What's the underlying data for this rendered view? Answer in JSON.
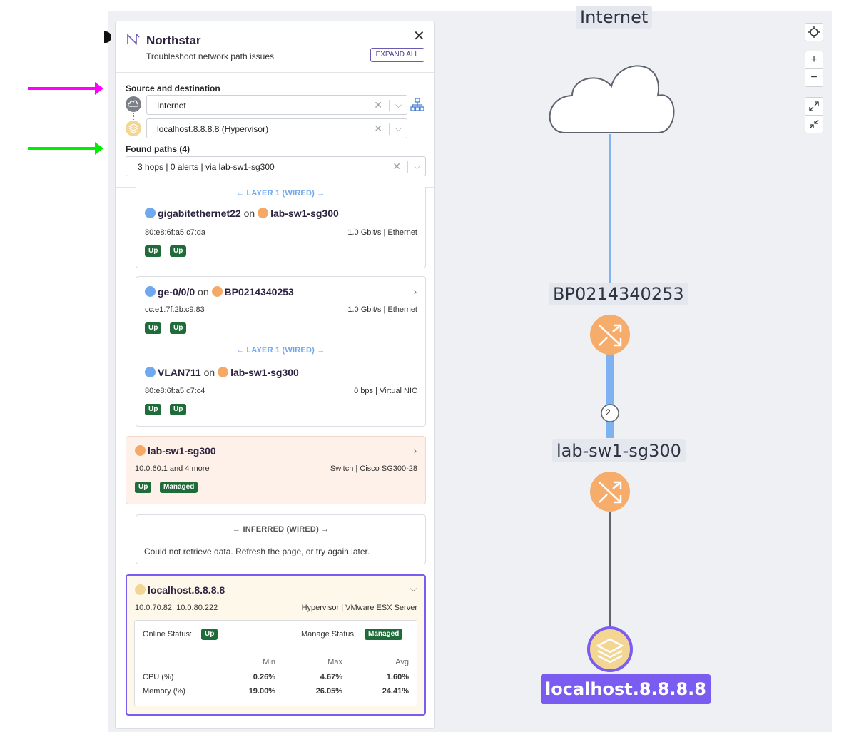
{
  "panel": {
    "title": "Northstar",
    "subtitle": "Troubleshoot network path issues",
    "expand_label": "EXPAND ALL"
  },
  "source_destination": {
    "label": "Source and destination",
    "source": "Internet",
    "destination": "localhost.8.8.8.8 (Hypervisor)"
  },
  "found_paths": {
    "label": "Found paths (4)",
    "selected": "3 hops | 0 alerts | via lab-sw1-sg300"
  },
  "hops": {
    "layer1_label": "← LAYER 1 (WIRED) →",
    "on": "on",
    "card1": {
      "iface": "gigabitethernet22",
      "device": "lab-sw1-sg300",
      "mac": "80:e8:6f:a5:c7:da",
      "speed": "1.0 Gbit/s | Ethernet",
      "badges": [
        "Up",
        "Up"
      ]
    },
    "card2a": {
      "iface": "ge-0/0/0",
      "device": "BP0214340253",
      "mac": "cc:e1:7f:2b:c9:83",
      "speed": "1.0 Gbit/s | Ethernet",
      "badges": [
        "Up",
        "Up"
      ]
    },
    "card2b": {
      "iface": "VLAN711",
      "device": "lab-sw1-sg300",
      "mac": "80:e8:6f:a5:c7:c4",
      "speed": "0 bps | Virtual NIC",
      "badges": [
        "Up",
        "Up"
      ]
    },
    "switch": {
      "name": "lab-sw1-sg300",
      "ips": "10.0.60.1 and 4 more",
      "type": "Switch | Cisco SG300-28",
      "badges": [
        "Up",
        "Managed"
      ]
    },
    "inferred": {
      "label": "← INFERRED (WIRED) →",
      "message": "Could not retrieve data. Refresh the page, or try again later."
    },
    "destination": {
      "name": "localhost.8.8.8.8",
      "ips": "10.0.70.82, 10.0.80.222",
      "type": "Hypervisor | VMware ESX Server",
      "online_label": "Online Status:",
      "online_value": "Up",
      "manage_label": "Manage Status:",
      "manage_value": "Managed",
      "cols": [
        "Min",
        "Max",
        "Avg"
      ],
      "rows": [
        {
          "label": "CPU (%)",
          "min": "0.26%",
          "max": "4.67%",
          "avg": "1.60%"
        },
        {
          "label": "Memory (%)",
          "min": "19.00%",
          "max": "26.05%",
          "avg": "24.41%"
        }
      ]
    }
  },
  "map": {
    "internet_label": "Internet",
    "node1_label": "BP0214340253",
    "hop_count": "2",
    "node2_label": "lab-sw1-sg300",
    "dest_label": "localhost.8.8.8.8",
    "zoom_in": "+",
    "zoom_out": "−"
  },
  "colors": {
    "accent_purple": "#7b5cf0",
    "link_blue": "#7fb2f0",
    "switch_orange": "#f6ad6b",
    "status_green": "#1f6b3a",
    "arrow_magenta": "#ff00ff",
    "arrow_green": "#00ee00"
  }
}
